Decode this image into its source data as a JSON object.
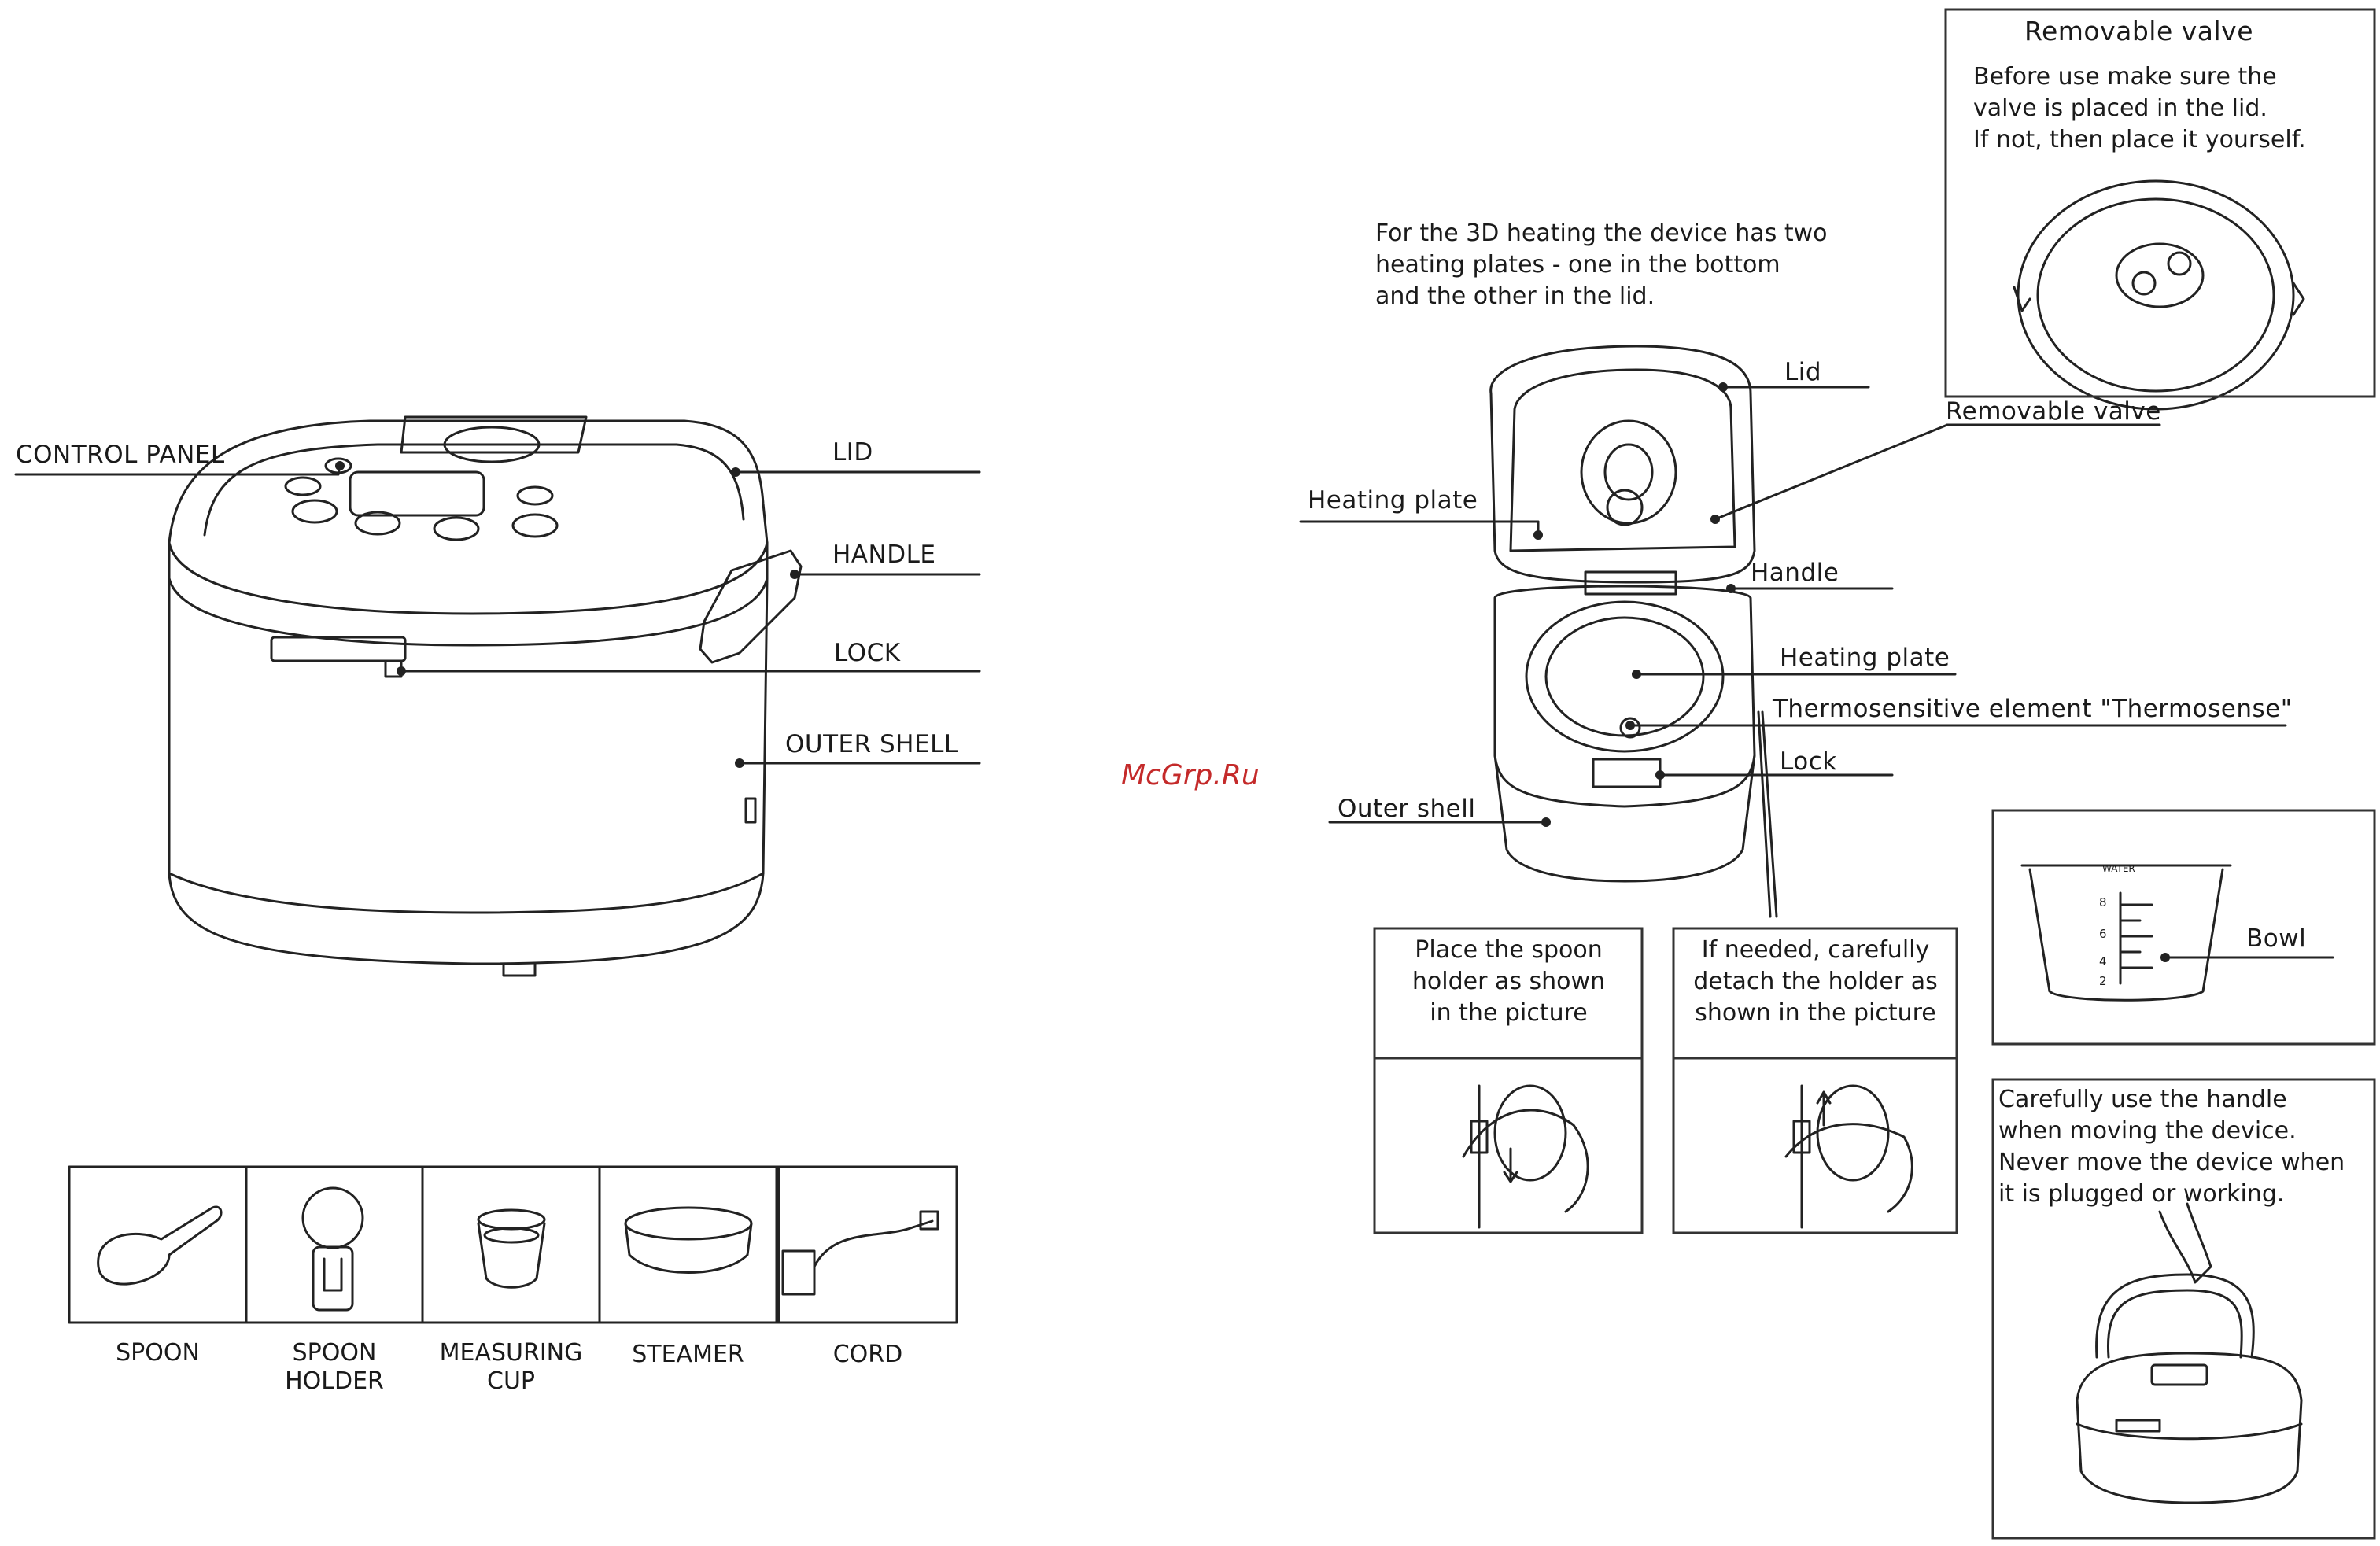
{
  "watermark": "McGrp.Ru",
  "left_labels": {
    "control_panel": "CONTROL PANEL",
    "lid": "LID",
    "handle": "HANDLE",
    "lock": "LOCK",
    "outer_shell": "OUTER SHELL"
  },
  "accessories": [
    {
      "label": "SPOON"
    },
    {
      "label": "SPOON\nHOLDER"
    },
    {
      "label": "MEASURING\nCUP"
    },
    {
      "label": "STEAMER"
    },
    {
      "label": "CORD"
    }
  ],
  "right": {
    "heating_note": "For the 3D heating the device has two\nheating plates - one in the bottom\nand the other in the lid.",
    "labels": {
      "lid": "Lid",
      "removable_valve": "Removable valve",
      "heating_plate_top": "Heating plate",
      "handle": "Handle",
      "heating_plate_bottom": "Heating plate",
      "thermosense": "Thermosensitive element \"Thermosense\"",
      "lock": "Lock",
      "outer_shell": "Outer shell"
    },
    "valve_box": {
      "title": "Removable valve",
      "text": "Before use make sure the\nvalve is placed in the lid.\nIf not, then place it yourself."
    },
    "spoon_box_1": "Place the spoon\nholder as shown\nin the picture",
    "spoon_box_2": "If needed, carefully\ndetach the holder as\nshown in the picture",
    "bowl_box": {
      "label": "Bowl",
      "scale_title": "WATER",
      "scale_marks": [
        "8",
        "6",
        "4",
        "2"
      ]
    },
    "handle_note": "Carefully use the handle\nwhen moving the device.\nNever move the device when\nit is plugged or working."
  }
}
